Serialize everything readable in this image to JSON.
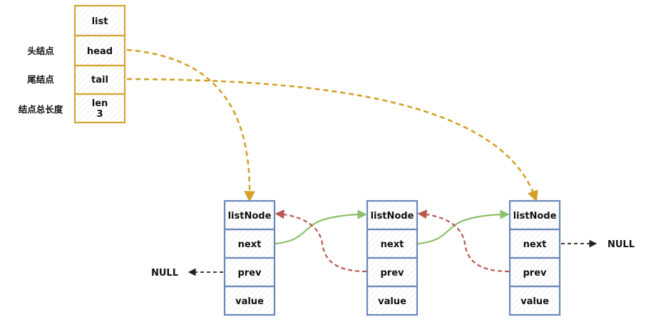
{
  "list": {
    "cells": [
      "list",
      "head",
      "tail",
      "len",
      "3"
    ],
    "side_labels": [
      "头结点",
      "尾结点",
      "结点总长度"
    ]
  },
  "nodes": [
    {
      "fields": [
        "listNode",
        "next",
        "prev",
        "value"
      ]
    },
    {
      "fields": [
        "listNode",
        "next",
        "prev",
        "value"
      ]
    },
    {
      "fields": [
        "listNode",
        "next",
        "prev",
        "value"
      ]
    }
  ],
  "null_left": "NULL",
  "null_right": "NULL",
  "colors": {
    "list_border": "#d4a534",
    "node_border": "#6b88bb",
    "pointer_dashed": "#d4a02a",
    "next_arrow": "#8cbf6a",
    "prev_arrow": "#b85a52",
    "null_arrow": "#222222"
  }
}
